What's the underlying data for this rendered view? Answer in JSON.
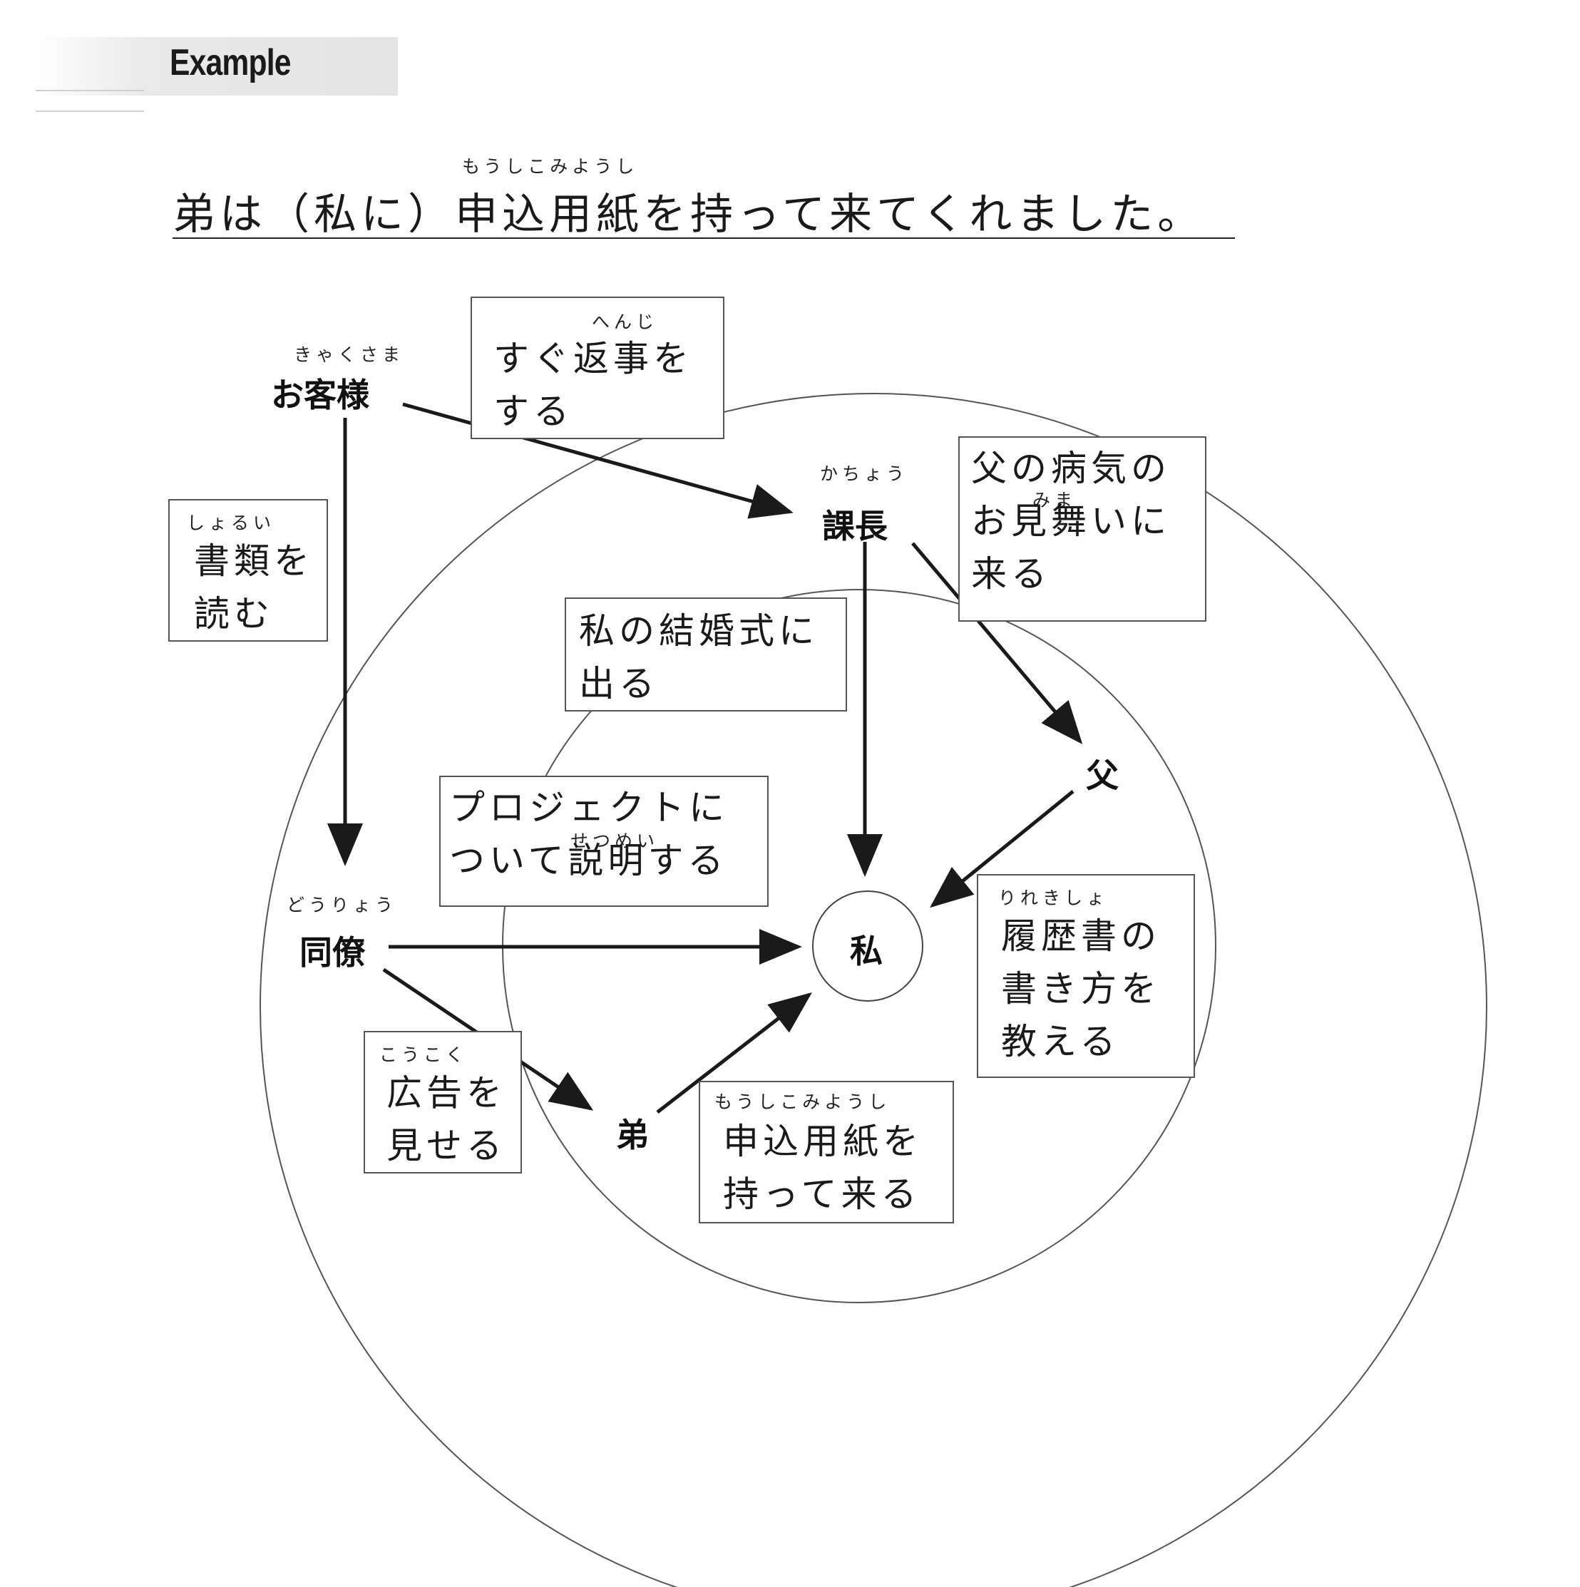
{
  "header": {
    "label": "Example"
  },
  "sentence": {
    "text": "弟は（私に）申込用紙を持って来てくれました。",
    "ruby": "もうしこみようし"
  },
  "nodes": {
    "okyakusama": {
      "label": "お客様",
      "ruby": "きゃくさま"
    },
    "kacho": {
      "label": "課長",
      "ruby": "かちょう"
    },
    "chichi": {
      "label": "父"
    },
    "watashi": {
      "label": "私"
    },
    "doryo": {
      "label": "同僚",
      "ruby": "どうりょう"
    },
    "otouto": {
      "label": "弟"
    }
  },
  "boxes": {
    "henji": {
      "ruby": "へんじ",
      "text": "すぐ返事を\nする"
    },
    "shorui": {
      "ruby": "しょるい",
      "text": "書類を\n読む"
    },
    "mimai": {
      "ruby": "みま",
      "text": "父の病気の\nお見舞いに\n来る"
    },
    "kekkon": {
      "text": "私の結婚式に\n出る"
    },
    "project": {
      "ruby": "せつめい",
      "text": "プロジェクトに\nついて説明する"
    },
    "rirekisho": {
      "ruby": "りれきしょ",
      "text": "履歴書の\n書き方を\n教える"
    },
    "koukoku": {
      "ruby": "こうこく",
      "text": "広告を\n見せる"
    },
    "moushikomi": {
      "ruby": "もうしこみようし",
      "text": "申込用紙を\n持って来る"
    }
  }
}
